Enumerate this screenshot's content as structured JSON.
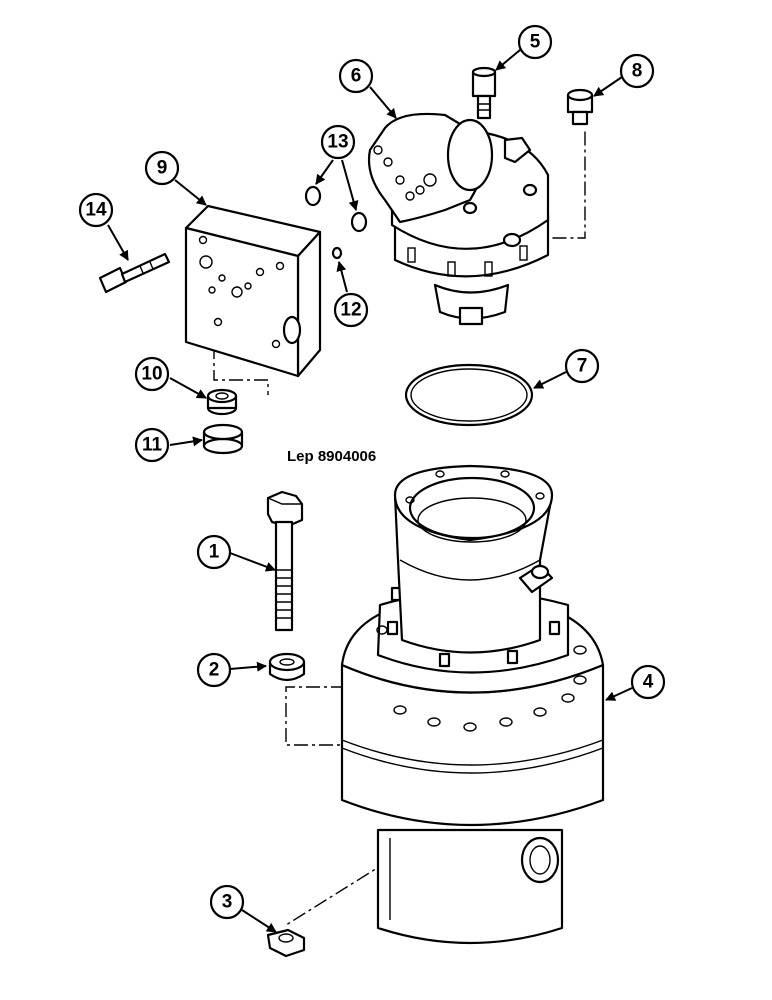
{
  "drawing_reference": "Lep 8904006",
  "callouts": {
    "c1": "1",
    "c2": "2",
    "c3": "3",
    "c4": "4",
    "c5": "5",
    "c6": "6",
    "c7": "7",
    "c8": "8",
    "c9": "9",
    "c10": "10",
    "c11": "11",
    "c12": "12",
    "c13": "13",
    "c14": "14"
  }
}
